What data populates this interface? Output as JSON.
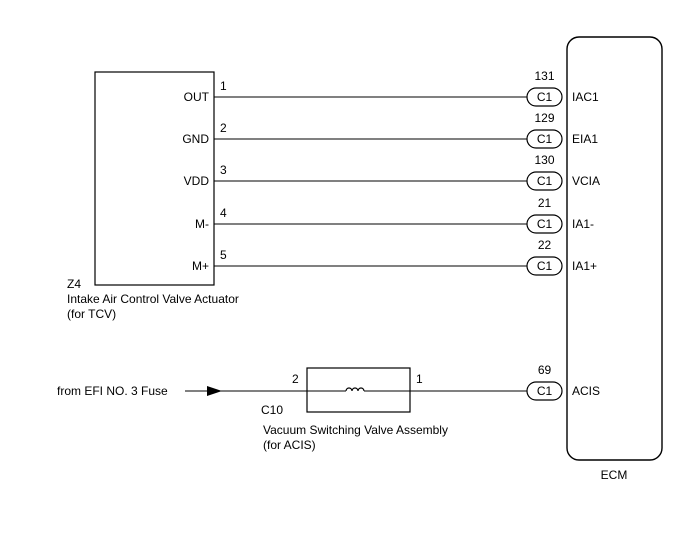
{
  "actuator": {
    "id": "Z4",
    "name": "Intake Air Control Valve Actuator",
    "note": "(for TCV)",
    "pins": [
      {
        "label": "OUT",
        "num": "1"
      },
      {
        "label": "GND",
        "num": "2"
      },
      {
        "label": "VDD",
        "num": "3"
      },
      {
        "label": "M-",
        "num": "4"
      },
      {
        "label": "M+",
        "num": "5"
      }
    ]
  },
  "ecm": {
    "label": "ECM",
    "connections": [
      {
        "connector": "C1",
        "pin": "131",
        "signal": "IAC1"
      },
      {
        "connector": "C1",
        "pin": "129",
        "signal": "EIA1"
      },
      {
        "connector": "C1",
        "pin": "130",
        "signal": "VCIA"
      },
      {
        "connector": "C1",
        "pin": "21",
        "signal": "IA1-"
      },
      {
        "connector": "C1",
        "pin": "22",
        "signal": "IA1+"
      },
      {
        "connector": "C1",
        "pin": "69",
        "signal": "ACIS"
      }
    ]
  },
  "vsv": {
    "id": "C10",
    "name": "Vacuum Switching Valve Assembly",
    "note": "(for ACIS)",
    "pin_in": "2",
    "pin_out": "1"
  },
  "source": {
    "label": "from EFI NO. 3 Fuse"
  }
}
